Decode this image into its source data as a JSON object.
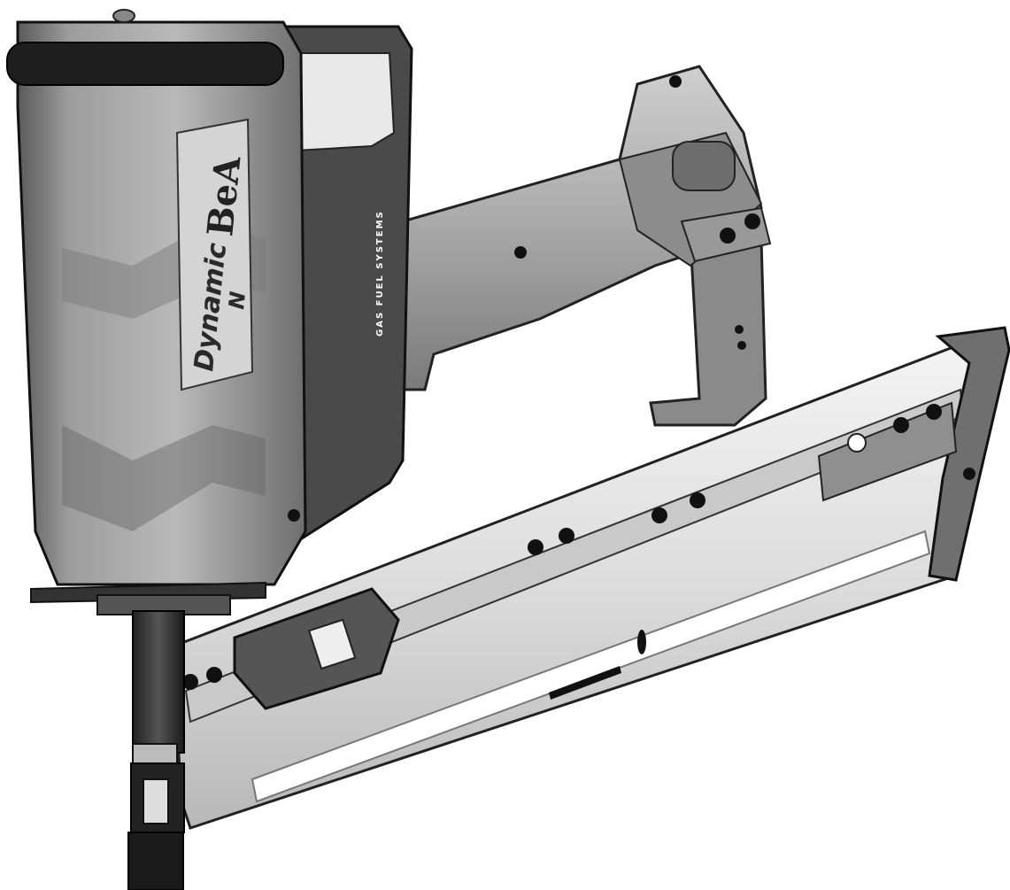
{
  "product": {
    "brand": "BeA",
    "model_script": "Dynamic",
    "model_suffix": "N",
    "side_text": "GAS FUEL SYSTEMS"
  },
  "icons": [
    "screw-icon"
  ],
  "colors": {
    "background": "#ffffff",
    "body_dark": "#3a3a3a",
    "body_mid": "#8c8c8c",
    "body_light": "#cfcfcf",
    "magazine": "#e6e6e6",
    "black": "#111111"
  }
}
